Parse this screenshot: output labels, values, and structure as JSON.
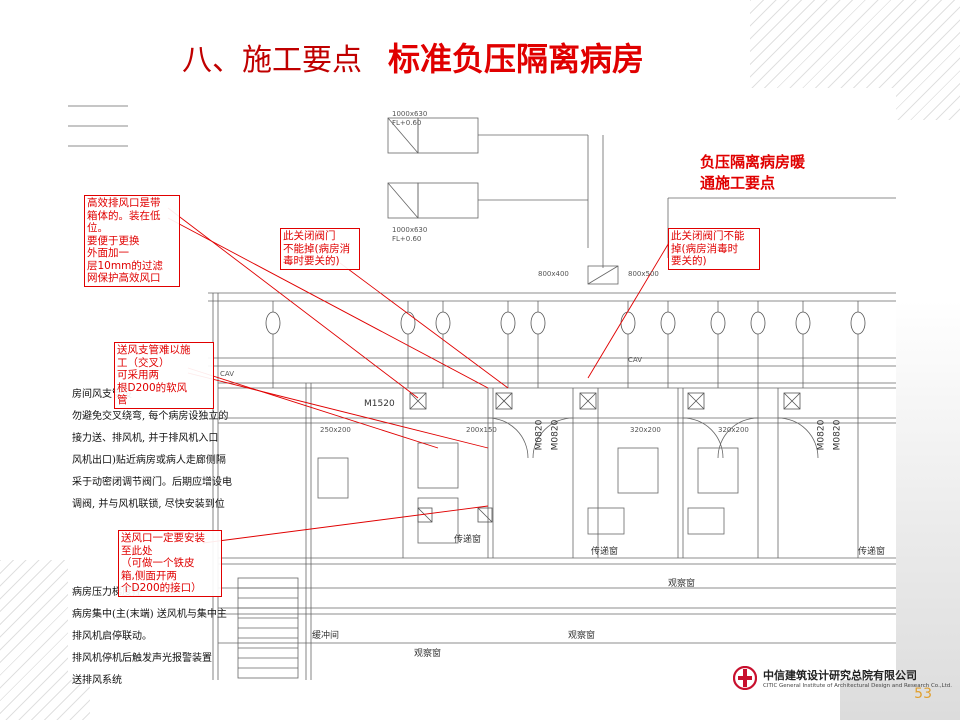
{
  "slide": {
    "section": "八、施工要点",
    "title": "标准负压隔离病房",
    "page_number": "53",
    "accent_color": "#e00000"
  },
  "heading_note": [
    "负压隔离病房暖",
    "通施工要点"
  ],
  "callouts": {
    "exhaust": [
      "高效排风口是带",
      "箱体的。装在低",
      "位。",
      "要便于更换",
      "外面加一",
      "层10mm的过滤",
      "网保护高效风口"
    ],
    "valve_left": [
      "此关闭阀门",
      "不能掉(病房消",
      "毒时要关的)"
    ],
    "valve_right": [
      "此关闭阀门不能",
      "掉(病房消毒时",
      "要关的)"
    ],
    "supply_branch": [
      "送风支管难以施",
      "工（交叉）",
      "可采用两",
      "根D200的软风",
      "管"
    ],
    "supply_outlet": [
      "送风口一定要安装",
      "至此处",
      "（可做一个铁皮",
      "箱,侧面开两",
      "个D200的接口）"
    ]
  },
  "notes_top": [
    "房间风支管设",
    "勿避免交叉绕弯, 每个病房设独立的",
    "接力送、排风机, 并于排风机入口",
    "风机出口)贴近病房或病人走廊侧隔",
    "采于动密闭调节阀门。后期应增设电",
    "调阀, 并与风机联锁, 尽快安装到位"
  ],
  "notes_bottom": [
    "病房压力梯度控",
    "病房集中(主(末端) 送风机与集中主",
    "排风机启停联动。",
    "排风机停机后触发声光报警装置",
    "送排风系统"
  ],
  "drawing_labels": {
    "duct_1": "1000x630",
    "fl_1": "FL+0.60",
    "duct_2": "1000x630",
    "fl_2": "FL+0.60",
    "duct_3": "800x400",
    "duct_4": "800x500",
    "door_1": "M1520",
    "door_2": "M0820",
    "door_3": "M0820",
    "door_4": "M0820",
    "door_5": "M0820",
    "pass_1": "传递窗",
    "pass_2": "传递窗",
    "pass_3": "传递窗",
    "obs_1": "观察窗",
    "obs_2": "观察窗",
    "obs_3": "观察窗",
    "buffer": "缓冲间",
    "size_a": "320x200",
    "size_b": "250x200",
    "size_c": "200x150",
    "cav": "CAV"
  },
  "logo": {
    "name_cn": "中信建筑设计研究总院有限公司",
    "name_en": "CITIC General Institute of Architectural Design and Research Co.,Ltd."
  }
}
